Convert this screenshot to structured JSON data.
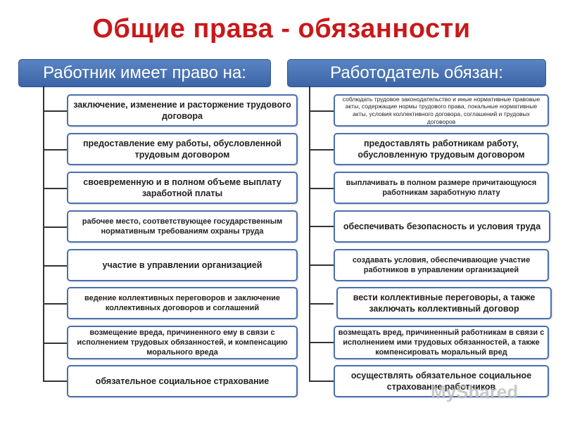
{
  "title": "Общие права - обязанности",
  "left": {
    "header": "Работник имеет право на:",
    "items": [
      "заключение, изменение и расторжение трудового договора",
      "предоставление ему работы, обусловленной трудовым договором",
      "своевременную и в полном объеме выплату заработной платы",
      "рабочее место, соответствующее государственным нормативным требованиям охраны труда",
      "участие в управлении организацией",
      "ведение коллективных переговоров и заключение коллективных договоров и соглашений",
      "возмещение вреда, причиненного ему в связи с исполнением трудовых обязанностей, и компенсацию морального вреда",
      "обязательное социальное страхование"
    ]
  },
  "right": {
    "header": "Работодатель обязан:",
    "items": [
      "соблюдать трудовое законодательство и иные нормативные правовые акты, содержащие нормы трудового права, локальные нормативные акты, условия коллективного договора, соглашений и трудовых договоров",
      "предоставлять работникам работу, обусловленную трудовым договором",
      "выплачивать в полном размере причитающуюся работникам заработную плату",
      "обеспечивать безопасность и условия труда",
      "создавать условия, обеспечивающие участие работников в управлении организацией",
      "вести коллективные переговоры, а также заключать коллективный договор",
      "возмещать вред, причиненный работникам в связи с исполнением ими трудовых обязанностей, а также компенсировать моральный вред",
      "осуществлять обязательное социальное страхование работников"
    ]
  },
  "watermark": "MyShared"
}
